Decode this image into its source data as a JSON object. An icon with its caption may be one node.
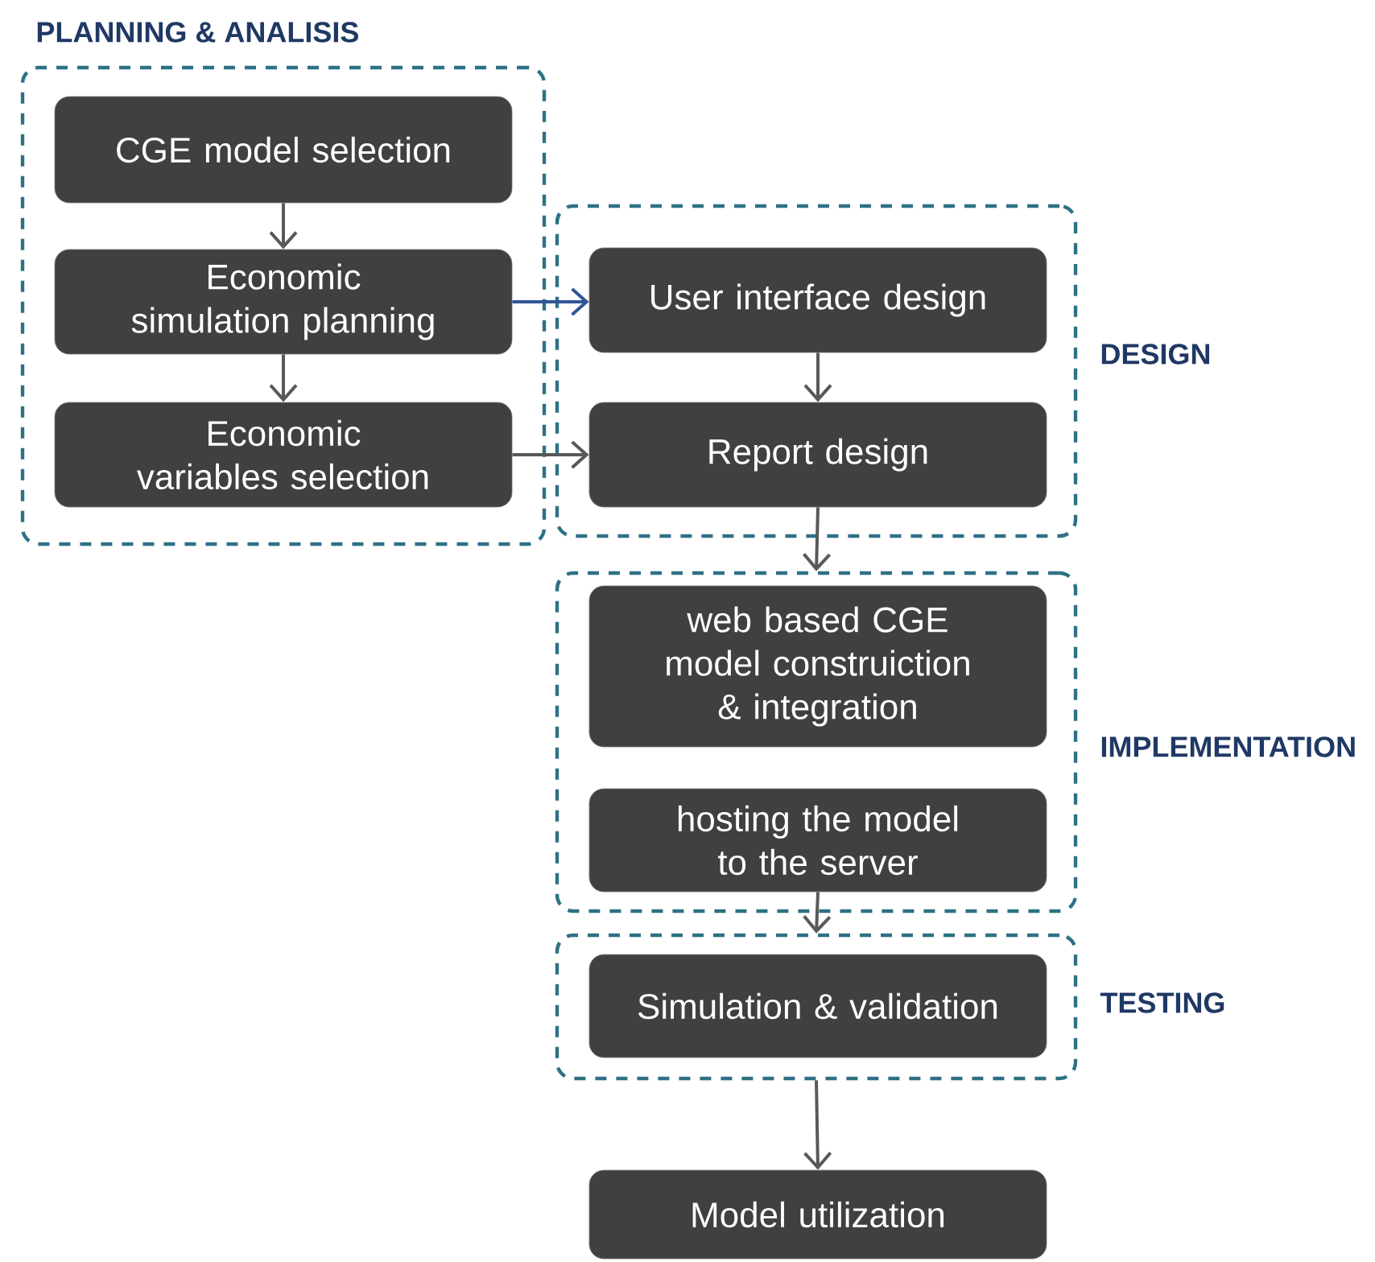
{
  "diagram": {
    "nodes": [
      {
        "text": [
          "PLANNING & ANALISIS"
        ]
      },
      {
        "text": [
          "CGE model selection"
        ],
        "in": 0
      },
      {
        "text": [
          "Economic simulation planning"
        ],
        "in": 0
      },
      {
        "text": [
          "Economic variables selection"
        ],
        "in": 0
      },
      {
        "text": [
          "DESIGN"
        ]
      },
      {
        "text": [
          "User interface design"
        ],
        "in": 4
      },
      {
        "text": [
          "Report design"
        ],
        "in": 4
      },
      {
        "text": [
          "IMPLEMENTATION"
        ]
      },
      {
        "text": [
          "web based CGE model construiction & integration"
        ],
        "in": 7
      },
      {
        "text": [
          "hosting the model to the server"
        ],
        "in": 7
      },
      {
        "text": [
          "TESTING"
        ]
      },
      {
        "text": [
          "Simulation & validation"
        ],
        "in": 10
      },
      {
        "text": [
          "Model utilization"
        ]
      }
    ],
    "edges": [
      {
        "from": 1,
        "to": 2,
        "arrow": "to"
      },
      {
        "from": 2,
        "to": 3,
        "arrow": "to"
      },
      {
        "from": 2,
        "to": 5,
        "arrow": "to",
        "color": "#2f5597"
      },
      {
        "from": 3,
        "to": 6,
        "arrow": "to"
      },
      {
        "from": 5,
        "to": 6,
        "arrow": "to"
      },
      {
        "from": 6,
        "to": 7,
        "arrow": "to"
      },
      {
        "from": 9,
        "to": 10,
        "arrow": "to"
      },
      {
        "from": 10,
        "to": 12,
        "arrow": "to"
      }
    ]
  }
}
